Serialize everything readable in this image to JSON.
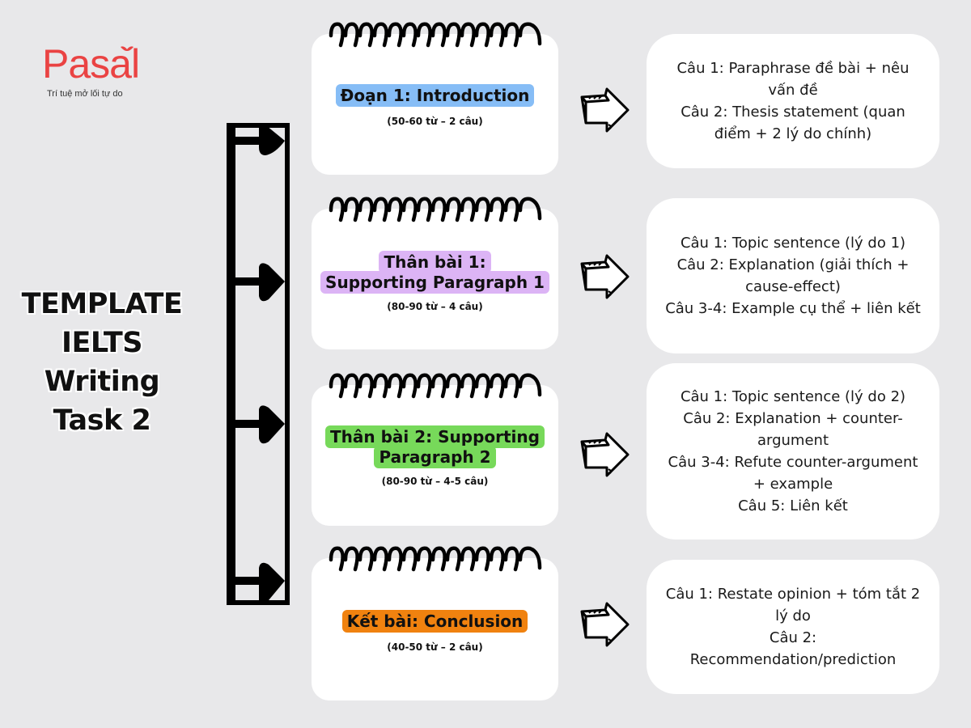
{
  "brand": {
    "name": "Pasal",
    "tagline": "Trí tuệ mở lối tự do",
    "color": "#ea4343"
  },
  "title": {
    "lines": [
      "TEMPLATE",
      "IELTS",
      "Writing",
      "Task 2"
    ]
  },
  "sections": [
    {
      "heading": "Đoạn 1: Introduction",
      "heading_lines": [
        "Đoạn 1: Introduction"
      ],
      "length": "(50-60 từ – 2 câu)",
      "highlight_color": "#86bdf6",
      "details": [
        "Câu 1: Paraphrase đề bài + nêu vấn đề",
        "Câu 2: Thesis statement (quan điểm + 2 lý do chính)"
      ]
    },
    {
      "heading": "Thân bài 1: Supporting Paragraph 1",
      "heading_lines": [
        "Thân bài 1:",
        "Supporting Paragraph 1"
      ],
      "length": "(80-90 từ – 4 câu)",
      "highlight_color": "#dcb4f5",
      "details": [
        "Câu 1: Topic sentence (lý do 1)",
        "Câu 2: Explanation (giải thích + cause-effect)",
        "Câu 3-4: Example cụ thể + liên kết"
      ]
    },
    {
      "heading": "Thân bài 2: Supporting Paragraph 2",
      "heading_lines": [
        "Thân bài 2: Supporting",
        "Paragraph 2"
      ],
      "length": "(80-90 từ – 4-5 câu)",
      "highlight_color": "#77d95a",
      "details": [
        "Câu 1: Topic sentence (lý do 2)",
        "Câu 2: Explanation + counter-argument",
        "Câu 3-4: Refute counter-argument + example",
        "Câu 5: Liên kết"
      ]
    },
    {
      "heading": "Kết bài: Conclusion",
      "heading_lines": [
        "Kết bài: Conclusion"
      ],
      "length": "(40-50 từ – 2 câu)",
      "highlight_color": "#f0820f",
      "details": [
        "Câu 1: Restate opinion + tóm tắt 2 lý do",
        "Câu 2: Recommendation/prediction"
      ]
    }
  ],
  "icons": {
    "bracket": "bracket-arrows-icon",
    "spiral": "notebook-spiral-icon",
    "arrow": "hand-drawn-right-arrow-icon",
    "logo_heart": "heart-icon"
  }
}
